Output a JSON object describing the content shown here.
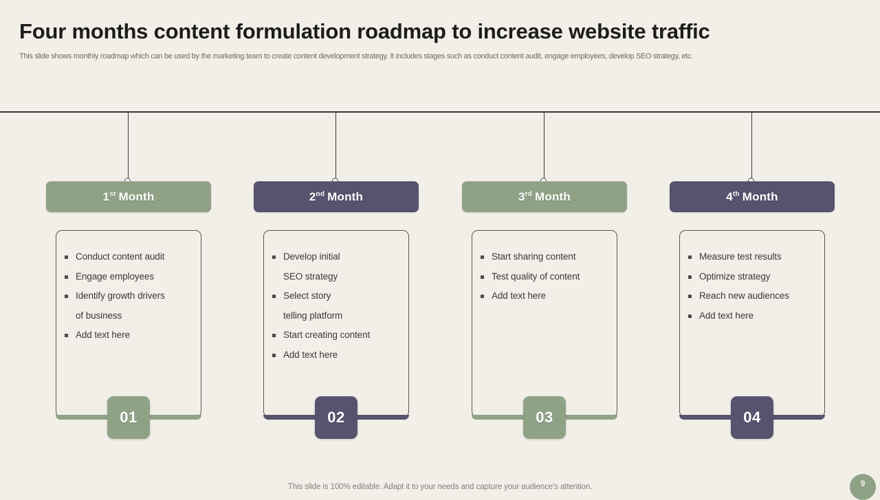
{
  "slide": {
    "title": "Four months content formulation roadmap to increase website traffic",
    "subtitle": "This slide shows monthly roadmap which can be used by the marketing team to create content development strategy. It includes stages such as conduct content audit, engage employees, develop SEO strategy,  etc.",
    "footer_note": "This slide is 100% editable. Adapt it to your needs and capture your audience's attention.",
    "page_number": "9"
  },
  "colors": {
    "background": "#F2EEE8",
    "green": "#8FA286",
    "purple": "#56536E",
    "rule": "#3A3530",
    "text": "#3A3A3A"
  },
  "columns": [
    {
      "ordinal_number": "1",
      "ordinal_suffix": "st",
      "month_word": "Month",
      "accent": "#8FA286",
      "badge_number": "01",
      "bullets": [
        {
          "text": "Conduct content audit",
          "continuation": ""
        },
        {
          "text": "Engage employees",
          "continuation": ""
        },
        {
          "text": "Identify growth drivers",
          "continuation": "of business"
        },
        {
          "text": "Add text here",
          "continuation": ""
        }
      ]
    },
    {
      "ordinal_number": "2",
      "ordinal_suffix": "nd",
      "month_word": "Month",
      "accent": "#56536E",
      "badge_number": "02",
      "bullets": [
        {
          "text": "Develop initial",
          "continuation": "SEO strategy"
        },
        {
          "text": "Select story",
          "continuation": "telling platform"
        },
        {
          "text": "Start creating content",
          "continuation": ""
        },
        {
          "text": "Add text here",
          "continuation": ""
        }
      ]
    },
    {
      "ordinal_number": "3",
      "ordinal_suffix": "rd",
      "month_word": "Month",
      "accent": "#8FA286",
      "badge_number": "03",
      "bullets": [
        {
          "text": "Start sharing content",
          "continuation": ""
        },
        {
          "text": "Test quality of  content",
          "continuation": ""
        },
        {
          "text": "Add text here",
          "continuation": ""
        }
      ]
    },
    {
      "ordinal_number": "4",
      "ordinal_suffix": "th",
      "month_word": "Month",
      "accent": "#56536E",
      "badge_number": "04",
      "bullets": [
        {
          "text": "Measure test results",
          "continuation": ""
        },
        {
          "text": "Optimize strategy",
          "continuation": ""
        },
        {
          "text": "Reach new audiences",
          "continuation": ""
        },
        {
          "text": "Add text here",
          "continuation": ""
        }
      ]
    }
  ]
}
